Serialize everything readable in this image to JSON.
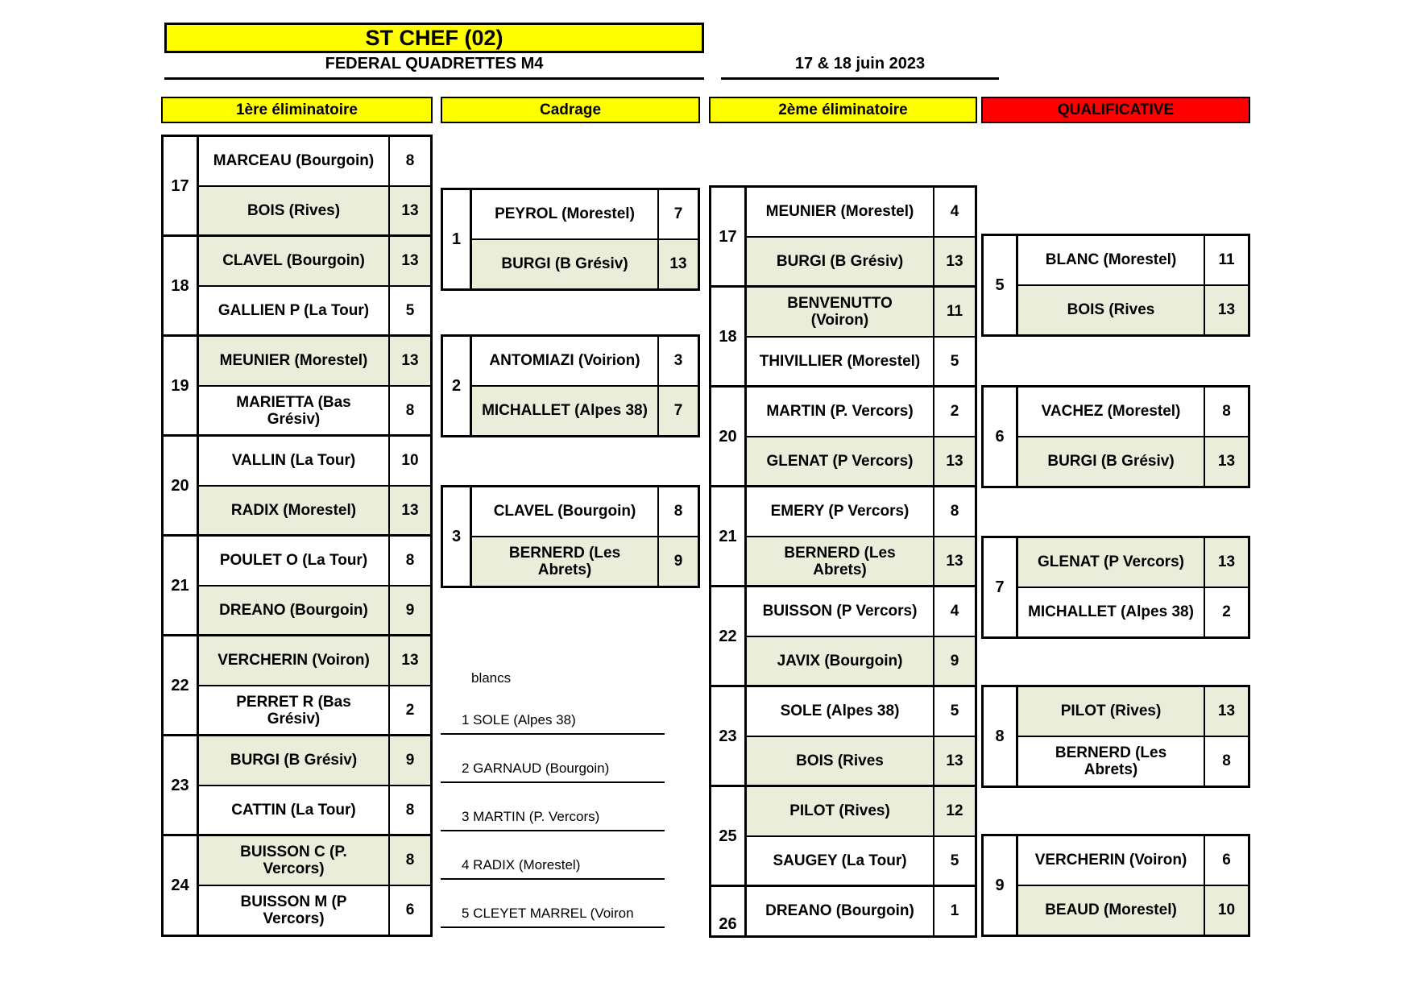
{
  "header": {
    "title": "ST CHEF (02)",
    "subtitle": "FEDERAL QUADRETTES  M4",
    "date": "17 & 18 juin 2023"
  },
  "round_headers": [
    {
      "key": "elim1",
      "label": "1ère éliminatoire",
      "style": "yellow"
    },
    {
      "key": "cadrage",
      "label": "Cadrage",
      "style": "yellow"
    },
    {
      "key": "elim2",
      "label": "2ème éliminatoire",
      "style": "yellow"
    },
    {
      "key": "qualif",
      "label": "QUALIFICATIVE",
      "style": "red"
    }
  ],
  "colors": {
    "yellow": "#ffff00",
    "red": "#ff0000",
    "winner_fill": "#e9edda",
    "border": "#000000"
  },
  "brackets": {
    "elim1": [
      {
        "num": "17",
        "rows": [
          {
            "name": "MARCEAU (Bourgoin)",
            "score": "8",
            "win": false
          },
          {
            "name": "BOIS (Rives)",
            "score": "13",
            "win": true
          }
        ]
      },
      {
        "num": "18",
        "rows": [
          {
            "name": "CLAVEL (Bourgoin)",
            "score": "13",
            "win": true
          },
          {
            "name": "GALLIEN P (La Tour)",
            "score": "5",
            "win": false
          }
        ]
      },
      {
        "num": "19",
        "rows": [
          {
            "name": "MEUNIER (Morestel)",
            "score": "13",
            "win": true
          },
          {
            "name": "MARIETTA (Bas\nGrésiv)",
            "score": "8",
            "win": false
          }
        ]
      },
      {
        "num": "20",
        "rows": [
          {
            "name": "VALLIN (La Tour)",
            "score": "10",
            "win": false
          },
          {
            "name": "RADIX (Morestel)",
            "score": "13",
            "win": true
          }
        ]
      },
      {
        "num": "21",
        "rows": [
          {
            "name": "POULET O (La Tour)",
            "score": "8",
            "win": false
          },
          {
            "name": "DREANO (Bourgoin)",
            "score": "9",
            "win": true
          }
        ]
      },
      {
        "num": "22",
        "rows": [
          {
            "name": "VERCHERIN (Voiron)",
            "score": "13",
            "win": true
          },
          {
            "name": "PERRET R (Bas\nGrésiv)",
            "score": "2",
            "win": false
          }
        ]
      },
      {
        "num": "23",
        "rows": [
          {
            "name": "BURGI (B Grésiv)",
            "score": "9",
            "win": true
          },
          {
            "name": "CATTIN (La Tour)",
            "score": "8",
            "win": false
          }
        ]
      },
      {
        "num": "24",
        "rows": [
          {
            "name": "BUISSON C (P.\nVercors)",
            "score": "8",
            "win": true
          },
          {
            "name": "BUISSON M (P\nVercors)",
            "score": "6",
            "win": false
          }
        ]
      }
    ],
    "cadrage": [
      {
        "num": "1",
        "rows": [
          {
            "name": "PEYROL (Morestel)",
            "score": "7",
            "win": false
          },
          {
            "name": "BURGI (B Grésiv)",
            "score": "13",
            "win": true
          }
        ]
      },
      {
        "num": "2",
        "rows": [
          {
            "name": "ANTOMIAZI (Voirion)",
            "score": "3",
            "win": false
          },
          {
            "name": "MICHALLET (Alpes 38)",
            "score": "7",
            "win": true
          }
        ]
      },
      {
        "num": "3",
        "rows": [
          {
            "name": "CLAVEL (Bourgoin)",
            "score": "8",
            "win": false
          },
          {
            "name": "BERNERD (Les\nAbrets)",
            "score": "9",
            "win": true
          }
        ]
      }
    ],
    "elim2": [
      {
        "num": "17",
        "rows": [
          {
            "name": "MEUNIER (Morestel)",
            "score": "4",
            "win": false
          },
          {
            "name": "BURGI (B Grésiv)",
            "score": "13",
            "win": true
          }
        ]
      },
      {
        "num": "18",
        "rows": [
          {
            "name": "BENVENUTTO\n(Voiron)",
            "score": "11",
            "win": true
          },
          {
            "name": "THIVILLIER (Morestel)",
            "score": "5",
            "win": false
          }
        ]
      },
      {
        "num": "20",
        "rows": [
          {
            "name": "MARTIN (P. Vercors)",
            "score": "2",
            "win": false
          },
          {
            "name": "GLENAT (P Vercors)",
            "score": "13",
            "win": true
          }
        ]
      },
      {
        "num": "21",
        "rows": [
          {
            "name": "EMERY (P Vercors)",
            "score": "8",
            "win": false
          },
          {
            "name": "BERNERD (Les\nAbrets)",
            "score": "13",
            "win": true
          }
        ]
      },
      {
        "num": "22",
        "rows": [
          {
            "name": "BUISSON (P Vercors)",
            "score": "4",
            "win": false
          },
          {
            "name": "JAVIX (Bourgoin)",
            "score": "9",
            "win": true
          }
        ]
      },
      {
        "num": "23",
        "rows": [
          {
            "name": "SOLE (Alpes 38)",
            "score": "5",
            "win": false
          },
          {
            "name": "BOIS (Rives",
            "score": "13",
            "win": true
          }
        ]
      },
      {
        "num": "25",
        "rows": [
          {
            "name": "PILOT (Rives)",
            "score": "12",
            "win": true
          },
          {
            "name": "SAUGEY (La Tour)",
            "score": "5",
            "win": false
          }
        ]
      },
      {
        "num": "26",
        "half": true,
        "rows": [
          {
            "name": "DREANO (Bourgoin)",
            "score": "1",
            "win": false
          }
        ]
      }
    ],
    "qualif": [
      {
        "num": "5",
        "rows": [
          {
            "name": "BLANC (Morestel)",
            "score": "11",
            "win": false
          },
          {
            "name": "BOIS (Rives",
            "score": "13",
            "win": true
          }
        ]
      },
      {
        "num": "6",
        "rows": [
          {
            "name": "VACHEZ (Morestel)",
            "score": "8",
            "win": false
          },
          {
            "name": "BURGI (B Grésiv)",
            "score": "13",
            "win": true
          }
        ]
      },
      {
        "num": "7",
        "rows": [
          {
            "name": "GLENAT (P Vercors)",
            "score": "13",
            "win": true
          },
          {
            "name": "MICHALLET (Alpes 38)",
            "score": "2",
            "win": false
          }
        ]
      },
      {
        "num": "8",
        "rows": [
          {
            "name": "PILOT (Rives)",
            "score": "13",
            "win": true
          },
          {
            "name": "BERNERD (Les\nAbrets)",
            "score": "8",
            "win": false
          }
        ]
      },
      {
        "num": "9",
        "rows": [
          {
            "name": "VERCHERIN (Voiron)",
            "score": "6",
            "win": false
          },
          {
            "name": "BEAUD (Morestel)",
            "score": "10",
            "win": true
          }
        ]
      }
    ]
  },
  "blancs": {
    "label": "blancs",
    "items": [
      "1 SOLE (Alpes 38)",
      "2 GARNAUD (Bourgoin)",
      "3 MARTIN (P. Vercors)",
      "4 RADIX (Morestel)",
      "5 CLEYET MARREL (Voiron"
    ]
  }
}
